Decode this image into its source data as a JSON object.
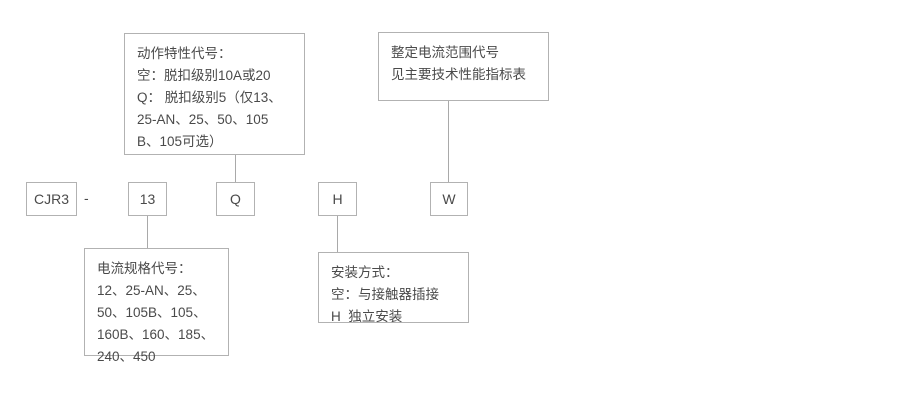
{
  "diagram": {
    "title": "CJR3 型号命名规则图",
    "stroke_color": "#b2b2b2",
    "line_color": "#a9a9a9",
    "text_color": "#4a4a4a",
    "background": "#ffffff"
  },
  "code_boxes": [
    {
      "id": "series",
      "label": "CJR3"
    },
    {
      "id": "current-rating",
      "label": "13"
    },
    {
      "id": "action-characteristic",
      "label": "Q"
    },
    {
      "id": "mounting",
      "label": "H"
    },
    {
      "id": "setting-current-range",
      "label": "W"
    }
  ],
  "separator": {
    "label": "-"
  },
  "notes": {
    "action_characteristic": {
      "id": "action-characteristic-note",
      "lines": [
        "动作特性代号：",
        "空：脱扣级别10A或20",
        "Q： 脱扣级别5（仅13、",
        "25-AN、25、50、105",
        "B、105可选）"
      ]
    },
    "setting_current_range": {
      "id": "setting-current-range-note",
      "lines": [
        "整定电流范围代号",
        "见主要技术性能指标表"
      ]
    },
    "current_rating": {
      "id": "current-rating-note",
      "lines": [
        "电流规格代号：",
        "12、25-AN、25、",
        "50、105B、105、",
        "160B、160、185、",
        "240、450"
      ]
    },
    "mounting": {
      "id": "mounting-note",
      "lines": [
        "安装方式：",
        "空：与接触器插接",
        "H  独立安装"
      ]
    }
  }
}
